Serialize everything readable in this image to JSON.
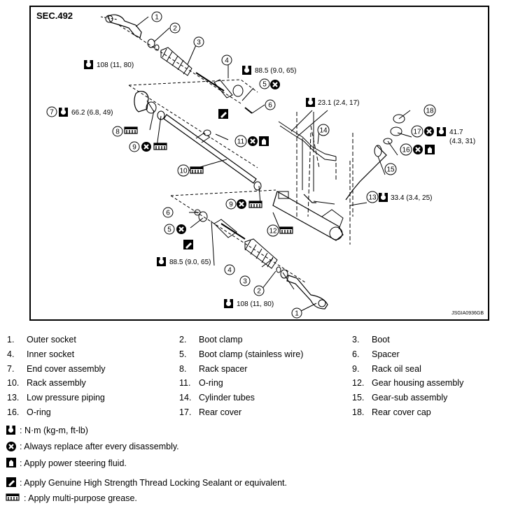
{
  "diagram": {
    "section": "SEC.492",
    "code": "JSGIA0936GB",
    "callouts": {
      "torque_108": "108 (11, 80)",
      "torque_885": "88.5 (9.0, 65)",
      "torque_662": "66.2 (6.8, 49)",
      "torque_231": "23.1 (2.4, 17)",
      "torque_417a": "41.7",
      "torque_417b": "(4.3, 31)",
      "torque_334": "33.4 (3.4, 25)"
    }
  },
  "parts": [
    {
      "num": "1.",
      "label": "Outer socket"
    },
    {
      "num": "2.",
      "label": "Boot clamp"
    },
    {
      "num": "3.",
      "label": "Boot"
    },
    {
      "num": "4.",
      "label": "Inner socket"
    },
    {
      "num": "5.",
      "label": "Boot clamp (stainless wire)"
    },
    {
      "num": "6.",
      "label": "Spacer"
    },
    {
      "num": "7.",
      "label": "End cover assembly"
    },
    {
      "num": "8.",
      "label": "Rack spacer"
    },
    {
      "num": "9.",
      "label": "Rack oil seal"
    },
    {
      "num": "10.",
      "label": "Rack assembly"
    },
    {
      "num": "11.",
      "label": "O-ring"
    },
    {
      "num": "12.",
      "label": "Gear housing assembly"
    },
    {
      "num": "13.",
      "label": "Low pressure piping"
    },
    {
      "num": "14.",
      "label": "Cylinder tubes"
    },
    {
      "num": "15.",
      "label": "Gear-sub assembly"
    },
    {
      "num": "16.",
      "label": "O-ring"
    },
    {
      "num": "17.",
      "label": "Rear cover"
    },
    {
      "num": "18.",
      "label": "Rear cover cap"
    }
  ],
  "symbols": [
    {
      "icon": "torque-icon",
      "text": ": N·m (kg-m, ft-lb)"
    },
    {
      "icon": "replace-icon",
      "text": ": Always replace after every disassembly."
    },
    {
      "icon": "fluid-icon",
      "text": ": Apply power steering fluid."
    },
    {
      "icon": "sealant-icon",
      "text": ": Apply Genuine High Strength Thread Locking Sealant or equivalent."
    },
    {
      "icon": "grease-icon",
      "text": ": Apply multi-purpose grease."
    }
  ]
}
